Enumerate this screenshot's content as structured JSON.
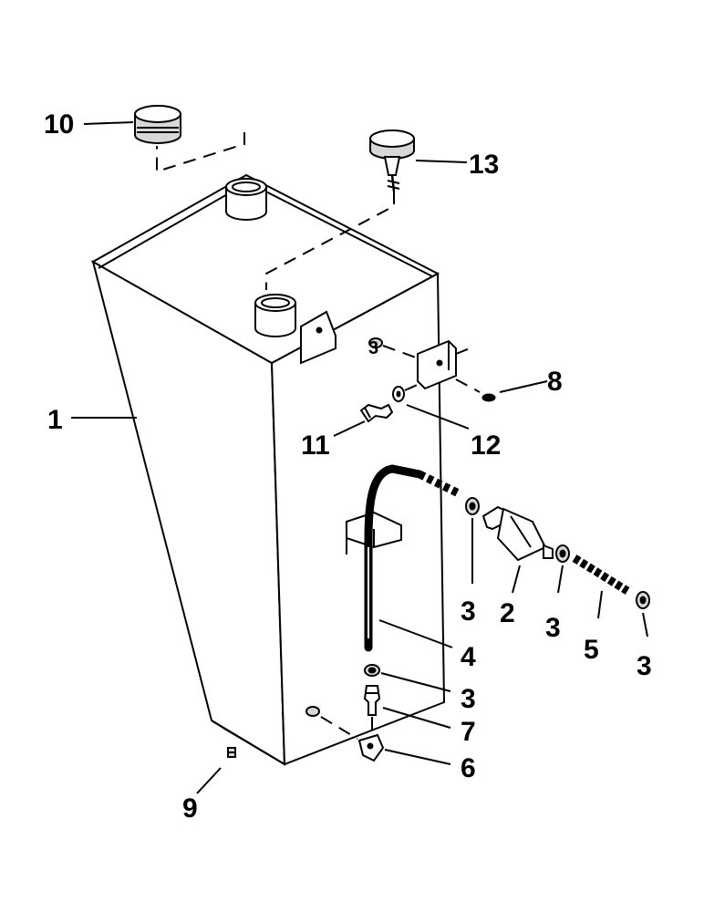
{
  "callouts": [
    {
      "id": "c1",
      "text": "1"
    },
    {
      "id": "c2",
      "text": "2"
    },
    {
      "id": "c3a",
      "text": "3"
    },
    {
      "id": "c3b",
      "text": "3"
    },
    {
      "id": "c3c",
      "text": "3"
    },
    {
      "id": "c3d",
      "text": "3"
    },
    {
      "id": "c3e",
      "text": "3"
    },
    {
      "id": "c4",
      "text": "4"
    },
    {
      "id": "c5",
      "text": "5"
    },
    {
      "id": "c6",
      "text": "6"
    },
    {
      "id": "c7",
      "text": "7"
    },
    {
      "id": "c8",
      "text": "8"
    },
    {
      "id": "c9",
      "text": "9"
    },
    {
      "id": "c10",
      "text": "10"
    },
    {
      "id": "c11",
      "text": "11"
    },
    {
      "id": "c12",
      "text": "12"
    },
    {
      "id": "c13",
      "text": "13"
    }
  ]
}
